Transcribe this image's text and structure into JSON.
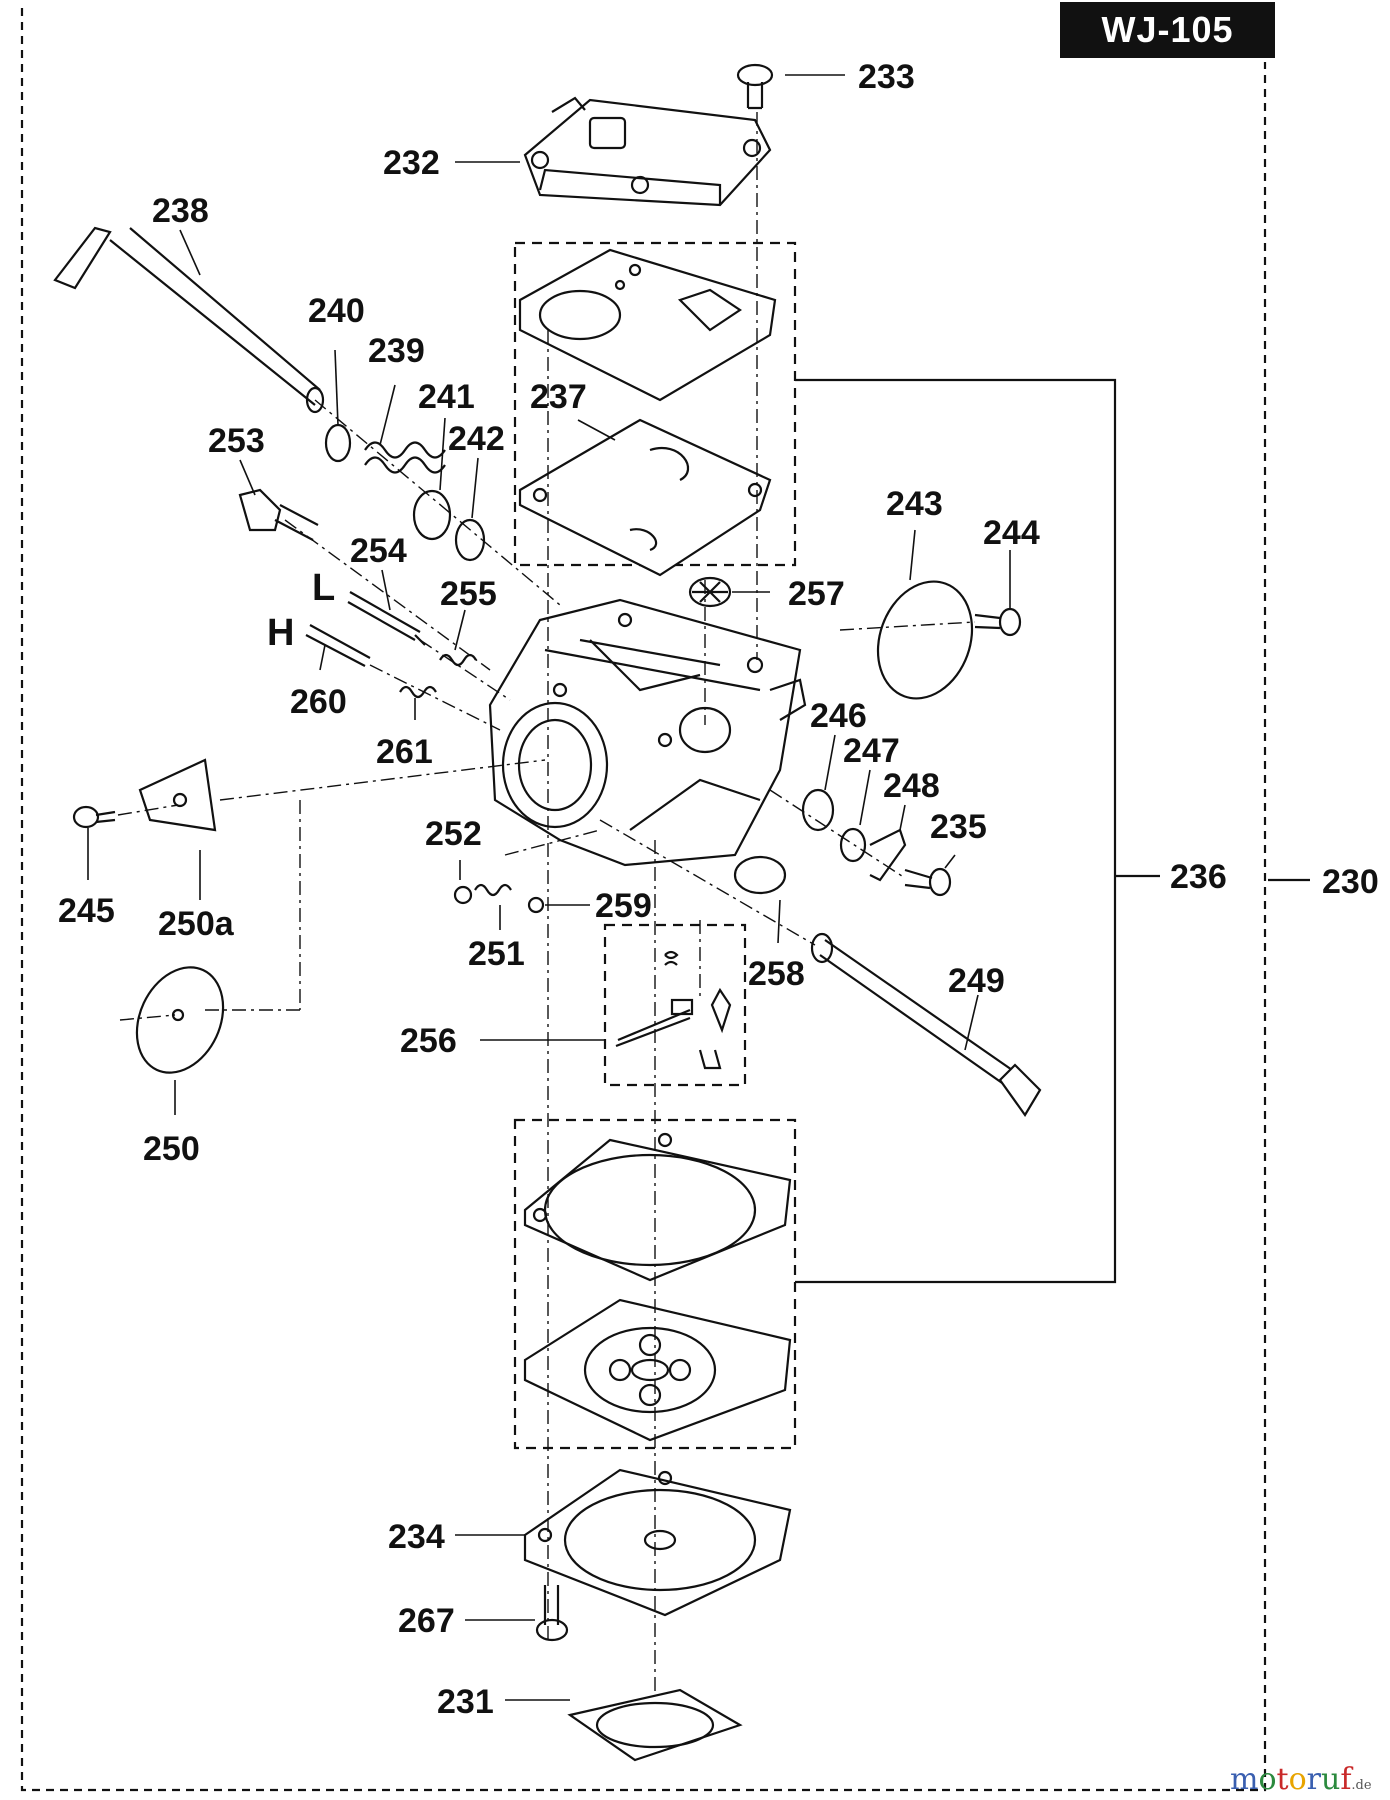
{
  "badge": "WJ-105",
  "labels": {
    "p230": "230",
    "p231": "231",
    "p232": "232",
    "p233": "233",
    "p234": "234",
    "p235": "235",
    "p236": "236",
    "p237": "237",
    "p238": "238",
    "p239": "239",
    "p240": "240",
    "p241": "241",
    "p242": "242",
    "p243": "243",
    "p244": "244",
    "p245": "245",
    "p246": "246",
    "p247": "247",
    "p248": "248",
    "p249": "249",
    "p250": "250",
    "p250a": "250a",
    "p251": "251",
    "p252": "252",
    "p253": "253",
    "p254": "254",
    "p255": "255",
    "p256": "256",
    "p257": "257",
    "p258": "258",
    "p259": "259",
    "p260": "260",
    "p261": "261",
    "p267": "267",
    "L": "L",
    "H": "H"
  },
  "watermark": {
    "m": "m",
    "o1": "o",
    "t": "t",
    "o2": "o",
    "r": "r",
    "u": "u",
    "f": "f",
    "de": ".de"
  },
  "colors": {
    "ink": "#111111",
    "badge_bg": "#111111",
    "badge_text": "#ffffff"
  }
}
